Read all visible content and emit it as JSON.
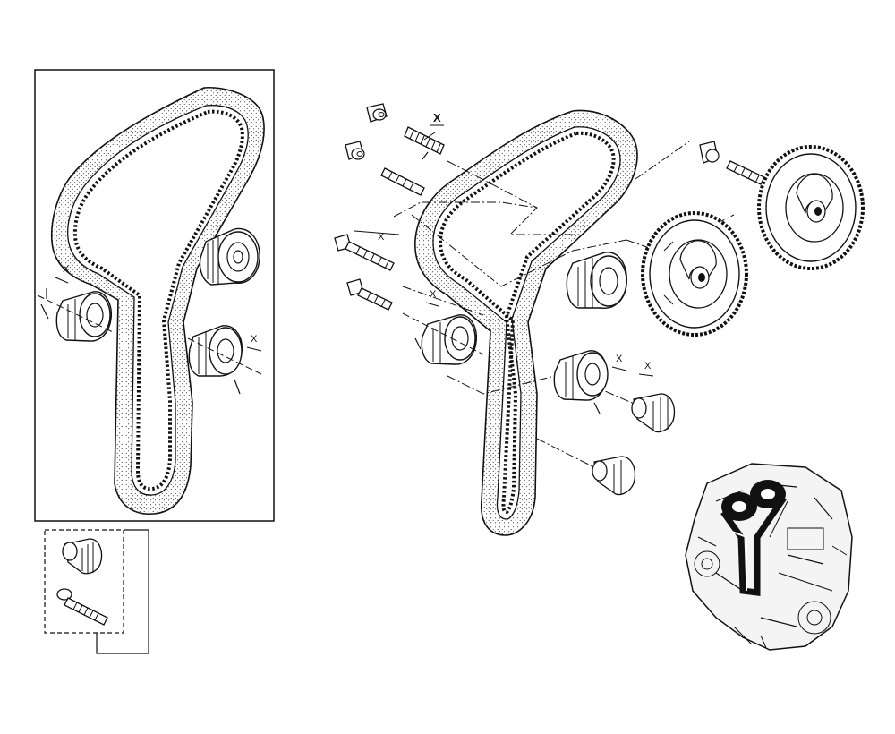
{
  "labels": {
    "dim_left_roller": "X",
    "dim_left_roller2": "X",
    "dim_top_stud": "X",
    "dim_mid_bolt": "X",
    "dim_center_roller": "X",
    "dim_right_bolt1": "X",
    "dim_right_bolt2": "X"
  },
  "colors": {
    "ink": "#111111",
    "paper": "#ffffff"
  },
  "icons": [
    "timing-belt",
    "idler-roller",
    "tensioner-roller",
    "bolt",
    "stud",
    "nut",
    "camshaft-pulley",
    "engine-block"
  ]
}
